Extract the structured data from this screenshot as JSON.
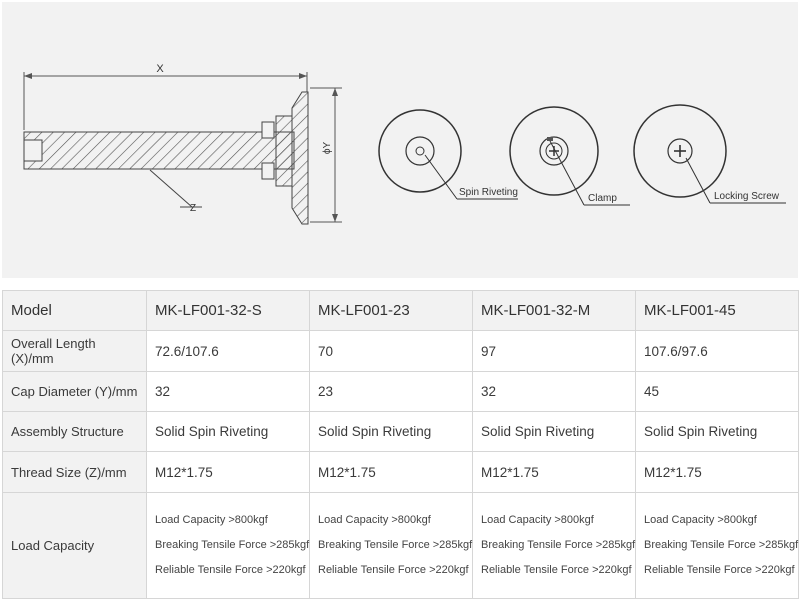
{
  "drawing": {
    "label_x": "X",
    "label_y": "ϕY",
    "label_z": "Z",
    "callouts": [
      "Spin Riveting",
      "Clamp",
      "Locking Screw"
    ]
  },
  "table": {
    "header": [
      "Model",
      "MK-LF001-32-S",
      "MK-LF001-23",
      "MK-LF001-32-M",
      "MK-LF001-45"
    ],
    "rows": [
      {
        "label": "Overall Length (X)/mm",
        "values": [
          "72.6/107.6",
          "70",
          "97",
          "107.6/97.6"
        ]
      },
      {
        "label": "Cap Diameter (Y)/mm",
        "values": [
          "32",
          "23",
          "32",
          "45"
        ]
      },
      {
        "label": "Assembly Structure",
        "values": [
          "Solid Spin Riveting",
          "Solid Spin Riveting",
          "Solid Spin Riveting",
          "Solid Spin Riveting"
        ]
      },
      {
        "label": "Thread Size (Z)/mm",
        "values": [
          "M12*1.75",
          "M12*1.75",
          "M12*1.75",
          "M12*1.75"
        ]
      }
    ],
    "load": {
      "label": "Load Capacity",
      "lines": [
        "Load Capacity >800kgf",
        "Breaking Tensile Force >285kgf",
        "Reliable Tensile Force >220kgf"
      ]
    }
  }
}
